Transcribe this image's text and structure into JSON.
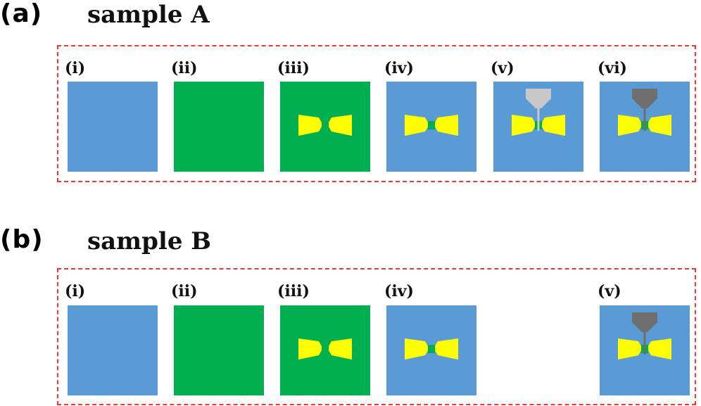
{
  "colors": {
    "substrate_blue": "#5B9BD5",
    "layer_green": "#00B050",
    "electrode_yellow": "#FFFF00",
    "tip_light_gray": "#C8C8C8",
    "tip_dark_gray": "#6E6E6E",
    "frame_red": "#FF3333"
  },
  "panel_a": {
    "letter": "(a)",
    "title": "sample A",
    "steps": [
      {
        "label": "(i)",
        "substrate": "blue",
        "electrodes": false,
        "probe": "none"
      },
      {
        "label": "(ii)",
        "substrate": "green",
        "electrodes": false,
        "probe": "none"
      },
      {
        "label": "(iii)",
        "substrate": "green",
        "electrodes": true,
        "probe": "none"
      },
      {
        "label": "(iv)",
        "substrate": "blue",
        "electrodes": true,
        "probe": "none"
      },
      {
        "label": "(v)",
        "substrate": "blue",
        "electrodes": true,
        "probe": "light"
      },
      {
        "label": "(vi)",
        "substrate": "blue",
        "electrodes": true,
        "probe": "dark"
      }
    ]
  },
  "panel_b": {
    "letter": "(b)",
    "title": "sample B",
    "steps": [
      {
        "label": "(i)",
        "substrate": "blue",
        "electrodes": false,
        "probe": "none"
      },
      {
        "label": "(ii)",
        "substrate": "green",
        "electrodes": false,
        "probe": "none"
      },
      {
        "label": "(iii)",
        "substrate": "green",
        "electrodes": true,
        "probe": "none"
      },
      {
        "label": "(iv)",
        "substrate": "blue",
        "electrodes": true,
        "probe": "none"
      },
      {
        "label": "(v)",
        "substrate": "blue",
        "electrodes": true,
        "probe": "dark"
      }
    ]
  }
}
